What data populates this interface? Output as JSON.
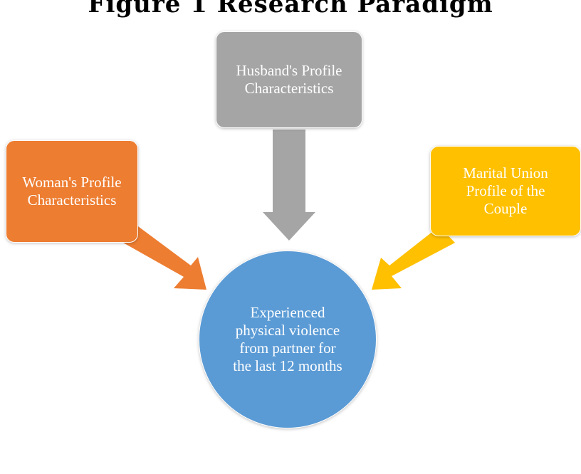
{
  "title": "Figure 1 Research Paradigm",
  "nodes": {
    "husband": {
      "lines": [
        "Husband's Profile",
        "Characteristics"
      ],
      "color": "#a5a5a5"
    },
    "woman": {
      "lines": [
        "Woman's Profile",
        "Characteristics"
      ],
      "color": "#ed7d31"
    },
    "union": {
      "lines": [
        "Marital Union",
        "Profile of the",
        "Couple"
      ],
      "color": "#ffc000"
    },
    "outcome": {
      "lines": [
        "Experienced",
        "physical violence",
        "from partner for",
        "the last 12 months"
      ],
      "color": "#5b9bd5"
    }
  }
}
